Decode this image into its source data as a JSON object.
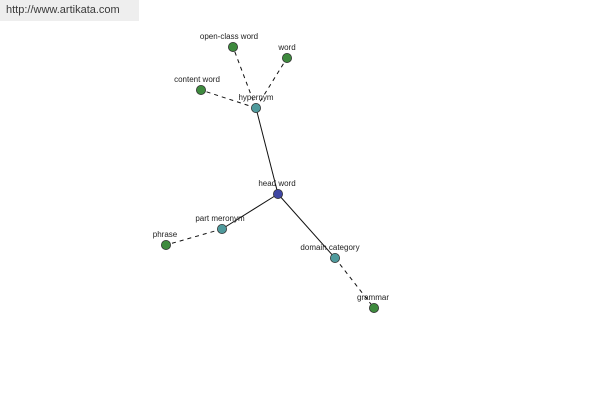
{
  "watermark": "http://www.artikata.com",
  "colors": {
    "center_node": "#3f46a3",
    "relation_node": "#4f9a9c",
    "leaf_node": "#3e8a3e",
    "node_stroke": "#333333",
    "edge": "#111111"
  },
  "nodes": [
    {
      "id": "head-word",
      "label": "head word",
      "kind": "center"
    },
    {
      "id": "hypernym",
      "label": "hypernym",
      "kind": "relation"
    },
    {
      "id": "part-meronym",
      "label": "part meronym",
      "kind": "relation"
    },
    {
      "id": "domain-category",
      "label": "domain category",
      "kind": "relation"
    },
    {
      "id": "open-class-word",
      "label": "open-class word",
      "kind": "leaf"
    },
    {
      "id": "word",
      "label": "word",
      "kind": "leaf"
    },
    {
      "id": "content-word",
      "label": "content word",
      "kind": "leaf"
    },
    {
      "id": "phrase",
      "label": "phrase",
      "kind": "leaf"
    },
    {
      "id": "grammar",
      "label": "grammar",
      "kind": "leaf"
    }
  ],
  "edges": [
    {
      "from": "head-word",
      "to": "hypernym",
      "style": "solid"
    },
    {
      "from": "head-word",
      "to": "part-meronym",
      "style": "solid"
    },
    {
      "from": "head-word",
      "to": "domain-category",
      "style": "solid"
    },
    {
      "from": "hypernym",
      "to": "open-class-word",
      "style": "dashed"
    },
    {
      "from": "hypernym",
      "to": "word",
      "style": "dashed"
    },
    {
      "from": "hypernym",
      "to": "content-word",
      "style": "dashed"
    },
    {
      "from": "part-meronym",
      "to": "phrase",
      "style": "dashed"
    },
    {
      "from": "domain-category",
      "to": "grammar",
      "style": "dashed"
    }
  ]
}
